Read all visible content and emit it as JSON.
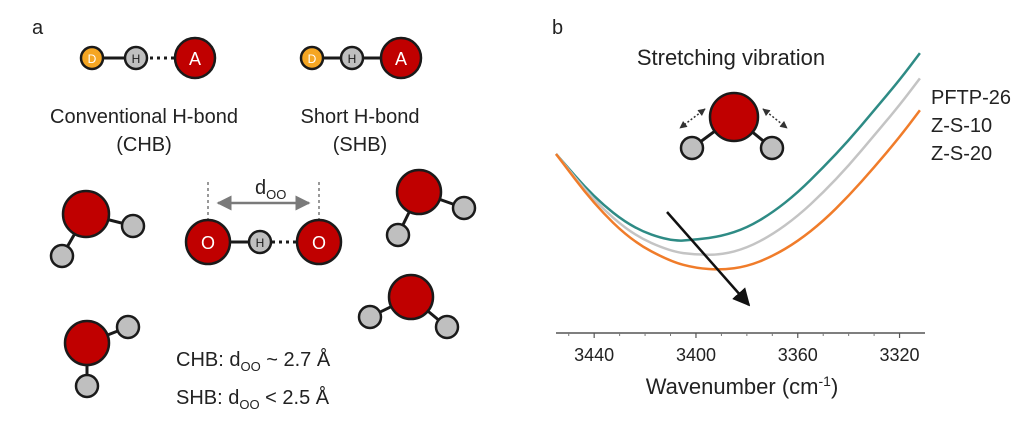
{
  "colors": {
    "red": "#c00000",
    "orange": "#f5a623",
    "grey": "#bfbfbf",
    "outline": "#1a1a1a",
    "teal": "#2e8b85",
    "lightgrey": "#c4c4c4",
    "curve_orange": "#f07c2a",
    "arrow_grey": "#7a7a7a"
  },
  "panel_a": {
    "label": "a",
    "atom_D": "D",
    "atom_H": "H",
    "atom_A": "A",
    "atom_O": "O",
    "chb_line1": "Conventional H-bond",
    "chb_line2": "(CHB)",
    "shb_line1": "Short H-bond",
    "shb_line2": "(SHB)",
    "distance_symbol": "d",
    "distance_subscript": "OO",
    "chb_prefix": "CHB: d",
    "chb_sub": "OO",
    "chb_value": " ~ 2.7 Å",
    "shb_prefix": "SHB: d",
    "shb_sub": "OO",
    "shb_value": " < 2.5 Å"
  },
  "panel_b": {
    "label": "b",
    "title": "Stretching vibration"
  },
  "chart_data": {
    "type": "line",
    "title": "Stretching vibration",
    "xlabel_main": "Wavenumber (cm",
    "xlabel_sup": "-1",
    "xlabel_close": ")",
    "x_reversed": true,
    "xlim": [
      3455,
      3310
    ],
    "y_axis": false,
    "xticks": [
      3440,
      3400,
      3360,
      3320
    ],
    "series": [
      {
        "name": "PFTP-26",
        "color": "#2e8b85",
        "points": [
          [
            3455,
            0.78
          ],
          [
            3440,
            0.52
          ],
          [
            3425,
            0.34
          ],
          [
            3410,
            0.26
          ],
          [
            3400,
            0.27
          ],
          [
            3390,
            0.29
          ],
          [
            3380,
            0.34
          ],
          [
            3370,
            0.43
          ],
          [
            3360,
            0.55
          ],
          [
            3350,
            0.7
          ],
          [
            3340,
            0.86
          ],
          [
            3330,
            1.04
          ],
          [
            3320,
            1.22
          ],
          [
            3312,
            1.38
          ]
        ]
      },
      {
        "name": "Z-S-10",
        "color": "#c4c4c4",
        "points": [
          [
            3455,
            0.78
          ],
          [
            3440,
            0.5
          ],
          [
            3425,
            0.3
          ],
          [
            3410,
            0.2
          ],
          [
            3400,
            0.18
          ],
          [
            3390,
            0.18
          ],
          [
            3380,
            0.22
          ],
          [
            3370,
            0.3
          ],
          [
            3360,
            0.41
          ],
          [
            3350,
            0.55
          ],
          [
            3340,
            0.71
          ],
          [
            3330,
            0.89
          ],
          [
            3320,
            1.07
          ],
          [
            3312,
            1.23
          ]
        ]
      },
      {
        "name": "Z-S-20",
        "color": "#f07c2a",
        "points": [
          [
            3455,
            0.78
          ],
          [
            3440,
            0.48
          ],
          [
            3425,
            0.26
          ],
          [
            3410,
            0.14
          ],
          [
            3400,
            0.1
          ],
          [
            3390,
            0.09
          ],
          [
            3380,
            0.11
          ],
          [
            3370,
            0.17
          ],
          [
            3360,
            0.26
          ],
          [
            3350,
            0.38
          ],
          [
            3340,
            0.53
          ],
          [
            3330,
            0.7
          ],
          [
            3320,
            0.88
          ],
          [
            3312,
            1.04
          ]
        ]
      }
    ]
  }
}
